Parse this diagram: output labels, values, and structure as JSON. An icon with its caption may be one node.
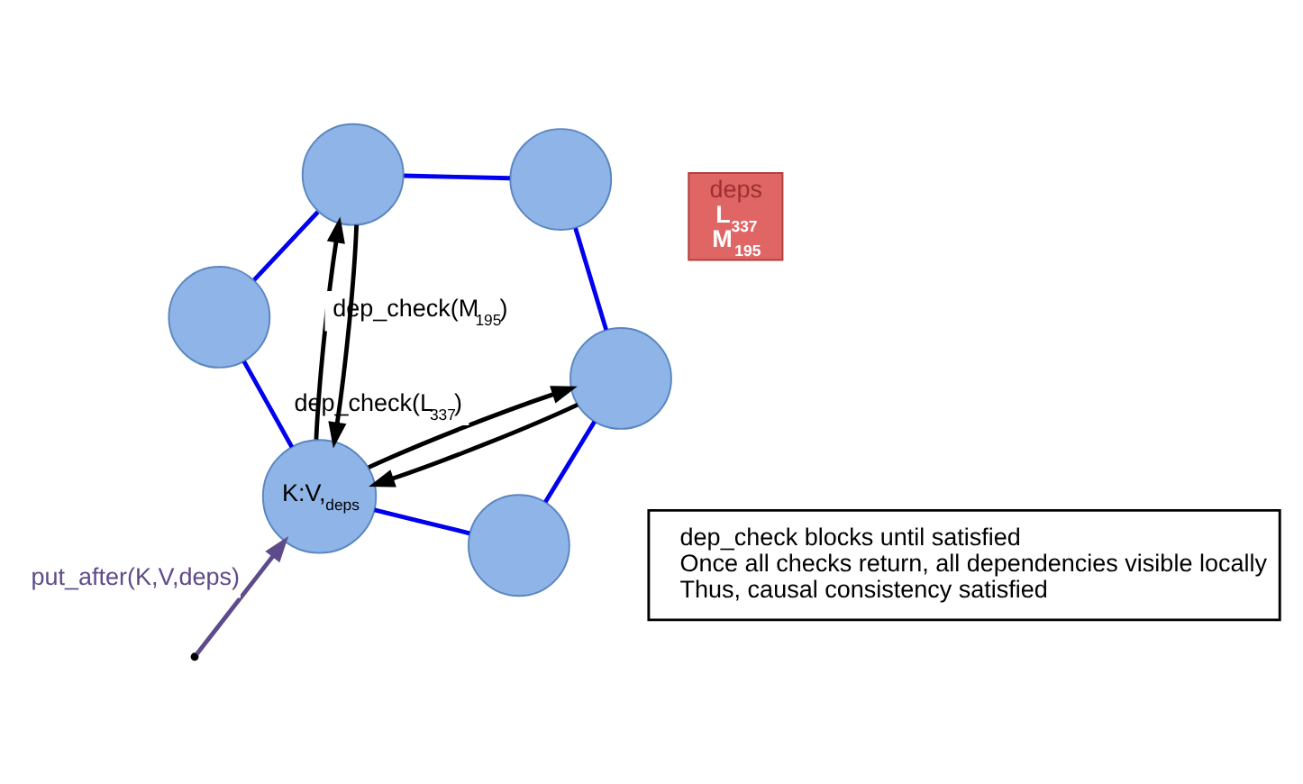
{
  "diagram": {
    "nodes": [
      {
        "text": [
          "K:V,$_{deps}$"
        ]
      },
      {
        "text": [],
        "shape": "circle"
      },
      {
        "text": [],
        "shape": "circle"
      },
      {
        "text": [],
        "shape": "circle"
      },
      {
        "text": [],
        "shape": "circle"
      },
      {
        "text": [],
        "shape": "circle"
      },
      {
        "text": [
          "deps",
          "L$_{337}$ M$_{195}$"
        ]
      },
      {
        "text": [
          "dep_check blocks until satisfied",
          "Once all checks return, all dependencies visible locally",
          "Thus, causal consistency satisfied"
        ]
      }
    ],
    "edges": [
      {
        "from": null,
        "to": 0,
        "arrow": "to",
        "label": "put_after(K,V,deps)",
        "color": "#5e4b8b"
      },
      {
        "from": 0,
        "to": 2,
        "arrow": "to",
        "label": "dep_check(L$_{337}$)",
        "color": "#000000"
      },
      {
        "from": 2,
        "to": 0,
        "arrow": "to",
        "color": "#000000"
      },
      {
        "from": 0,
        "to": 4,
        "arrow": "to",
        "label": "dep_check(M$_{195}$)",
        "color": "#000000"
      },
      {
        "from": 4,
        "to": 0,
        "arrow": "to",
        "color": "#000000"
      },
      {
        "from": 0,
        "to": 1,
        "arrow": "none",
        "color": "#0000ee"
      },
      {
        "from": 1,
        "to": 2,
        "arrow": "none",
        "color": "#0000ee"
      },
      {
        "from": 2,
        "to": 3,
        "arrow": "none",
        "color": "#0000ee"
      },
      {
        "from": 3,
        "to": 4,
        "arrow": "none",
        "color": "#0000ee"
      },
      {
        "from": 4,
        "to": 5,
        "arrow": "none",
        "color": "#0000ee"
      },
      {
        "from": 5,
        "to": 0,
        "arrow": "none",
        "color": "#0000ee"
      }
    ]
  }
}
